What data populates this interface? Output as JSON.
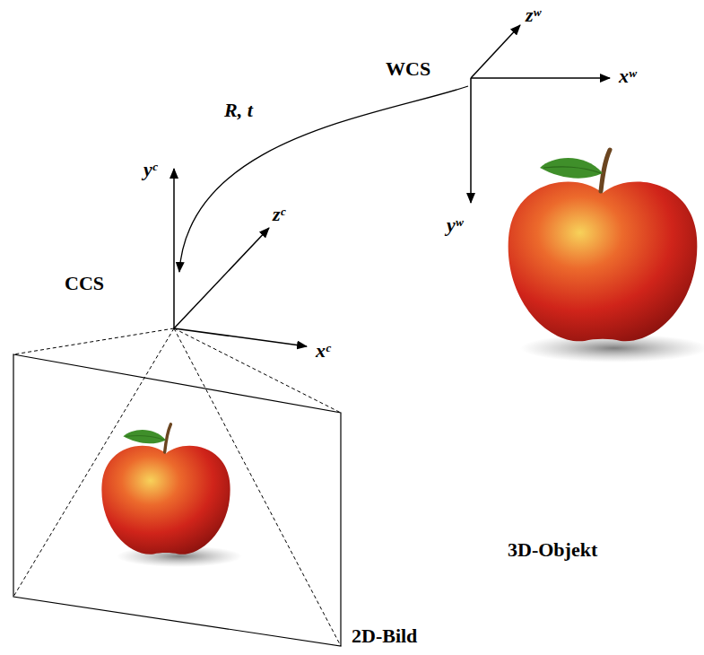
{
  "diagram": {
    "nodes": [
      {
        "text": [
          "WCS"
        ]
      },
      {
        "text": [
          "CCS"
        ]
      }
    ],
    "edges": [
      {
        "from": 0,
        "to": 1,
        "arrow": "to",
        "label": "R, t"
      }
    ],
    "labels": [
      "zʷ",
      "xʷ",
      "yʷ",
      "yᶜ",
      "zᶜ",
      "xᶜ",
      "3D-Objekt",
      "2D-Bild"
    ]
  }
}
